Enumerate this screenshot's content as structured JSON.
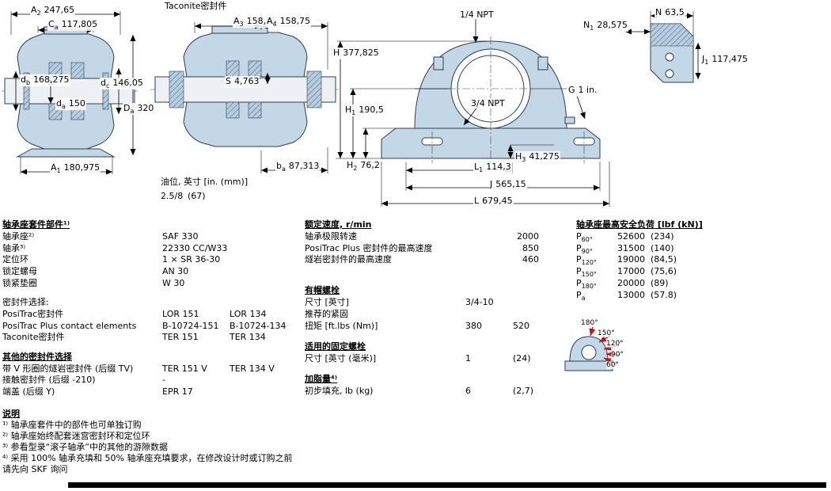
{
  "drawing_labels": {
    "taconite_title": "Taconite密封件",
    "oil_level_label": "油位, 英寸 [in. (mm)]",
    "oil_level_in": "2.5/8",
    "oil_level_mm": "(67)",
    "npt_top": "1/4 NPT",
    "npt_side": "3/4 NPT"
  },
  "dims": {
    "A2": {
      "base": "A",
      "sub": "2",
      "value": "247,65"
    },
    "Ca": {
      "base": "C",
      "sub": "a",
      "value": "117,805"
    },
    "db": {
      "base": "d",
      "sub": "b",
      "value": "168,275"
    },
    "dc": {
      "base": "d",
      "sub": "c",
      "value": "146,05"
    },
    "da": {
      "base": "d",
      "sub": "a",
      "value": "150"
    },
    "Da": {
      "base": "D",
      "sub": "a",
      "value": "320"
    },
    "A1": {
      "base": "A",
      "sub": "1",
      "value": "180,975"
    },
    "A3": {
      "base": "A",
      "sub": "3",
      "value": "158,75"
    },
    "A4": {
      "base": "A",
      "sub": "4",
      "value": "158,75"
    },
    "S": {
      "base": "S",
      "sub": "",
      "value": "4,763"
    },
    "ba": {
      "base": "b",
      "sub": "a",
      "value": "87,313"
    },
    "H": {
      "base": "H",
      "sub": "",
      "value": "377,825"
    },
    "H1": {
      "base": "H",
      "sub": "1",
      "value": "190,5"
    },
    "H2": {
      "base": "H",
      "sub": "2",
      "value": "76,2"
    },
    "H3": {
      "base": "H",
      "sub": "3",
      "value": "41,275"
    },
    "L1": {
      "base": "L",
      "sub": "1",
      "value": "114,3"
    },
    "J": {
      "base": "J",
      "sub": "",
      "value": "565,15"
    },
    "L": {
      "base": "L",
      "sub": "",
      "value": "679,45"
    },
    "G": {
      "base": "G",
      "sub": "",
      "value": "1 in."
    },
    "N": {
      "base": "N",
      "sub": "",
      "value": "63,5"
    },
    "N1": {
      "base": "N",
      "sub": "1",
      "value": "28,575"
    },
    "J1": {
      "base": "J",
      "sub": "1",
      "value": "117,475"
    }
  },
  "parts_table": {
    "header": "轴承座套件部件¹⁾",
    "rows": [
      {
        "label": "轴承座²⁾",
        "v1": "SAF 330"
      },
      {
        "label": "轴承³⁾",
        "v1": "22330 CC/W33"
      },
      {
        "label": "定位环",
        "v1": "1 × SR 36-30"
      },
      {
        "label": "锁定螺母",
        "v1": "AN 30"
      },
      {
        "label": "锁紧垫圈",
        "v1": "W 30"
      }
    ],
    "seals_header": "密封件选择:",
    "seal_rows": [
      {
        "label": "PosiTrac密封件",
        "v1": "LOR 151",
        "v2": "LOR 134"
      },
      {
        "label": "PosiTrac Plus contact elements",
        "v1": "B-10724-151",
        "v2": "B-10724-134"
      },
      {
        "label": "Taconite密封件",
        "v1": "TER 151",
        "v2": "TER 134"
      }
    ],
    "other_header": "其他的密封件选择",
    "other_rows": [
      {
        "label": "带 V 形圈的燧岩密封件 (后缀 TV)",
        "v1": "TER 151 V",
        "v2": "TER 134 V"
      },
      {
        "label": "接触密封件 (后缀 -210)",
        "v1": "-",
        "v2": ""
      },
      {
        "label": "端盖 (后缀 Y)",
        "v1": "EPR 17",
        "v2": ""
      }
    ]
  },
  "speed_table": {
    "header": "额定速度, r/min",
    "rows": [
      {
        "label": "轴承极限转速",
        "value": "2000"
      },
      {
        "label": "PosiTrac Plus 密封件的最高速度",
        "value": "850"
      },
      {
        "label": "燧岩密封件的最高速度",
        "value": "460"
      }
    ]
  },
  "bolts_table": {
    "header": "有帽螺栓",
    "size_label": "尺寸 [英寸]",
    "size_value": "3/4-10",
    "torque_label1": "推荐的紧固",
    "torque_label2": "扭矩 [ft.lbs (Nm)]",
    "torque_v1": "380",
    "torque_v2": "520"
  },
  "fixing_bolts": {
    "header": "适用的固定螺栓",
    "size_label": "尺寸 [英寸 (毫米)]",
    "v1": "1",
    "v2": "(24)"
  },
  "grease": {
    "header": "加脂量⁴⁾",
    "label": "初步填充, lb (kg)",
    "v1": "6",
    "v2": "(2,7)"
  },
  "load_table": {
    "header": "轴承座最高安全负荷 [lbf (kN)]",
    "rows": [
      {
        "base": "P",
        "sub": "60°",
        "v1": "52600",
        "v2": "(234)"
      },
      {
        "base": "P",
        "sub": "90°",
        "v1": "31500",
        "v2": "(140)"
      },
      {
        "base": "P",
        "sub": "120°",
        "v1": "19000",
        "v2": "(84,5)"
      },
      {
        "base": "P",
        "sub": "150°",
        "v1": "17000",
        "v2": "(75,6)"
      },
      {
        "base": "P",
        "sub": "180°",
        "v1": "20000",
        "v2": "(89)"
      },
      {
        "base": "P",
        "sub": "a",
        "v1": "13000",
        "v2": "(57.8)"
      }
    ]
  },
  "load_diagram": {
    "angles": [
      "180°",
      "150°",
      "120°",
      "90°",
      "60°"
    ]
  },
  "notes": {
    "header": "说明",
    "items": [
      "¹⁾ 轴承座套件中的部件也可单独订购",
      "²⁾ 轴承座始终配套迷宫密封环和定位环",
      "³⁾ 参看型录“滚子轴承”中的其他的游隙数据",
      "⁴⁾ 采用 100% 轴承充填和 50% 轴承座充填要求，在修改设计时或订购之前"
    ],
    "footer": "请先向 SKF 询问"
  }
}
